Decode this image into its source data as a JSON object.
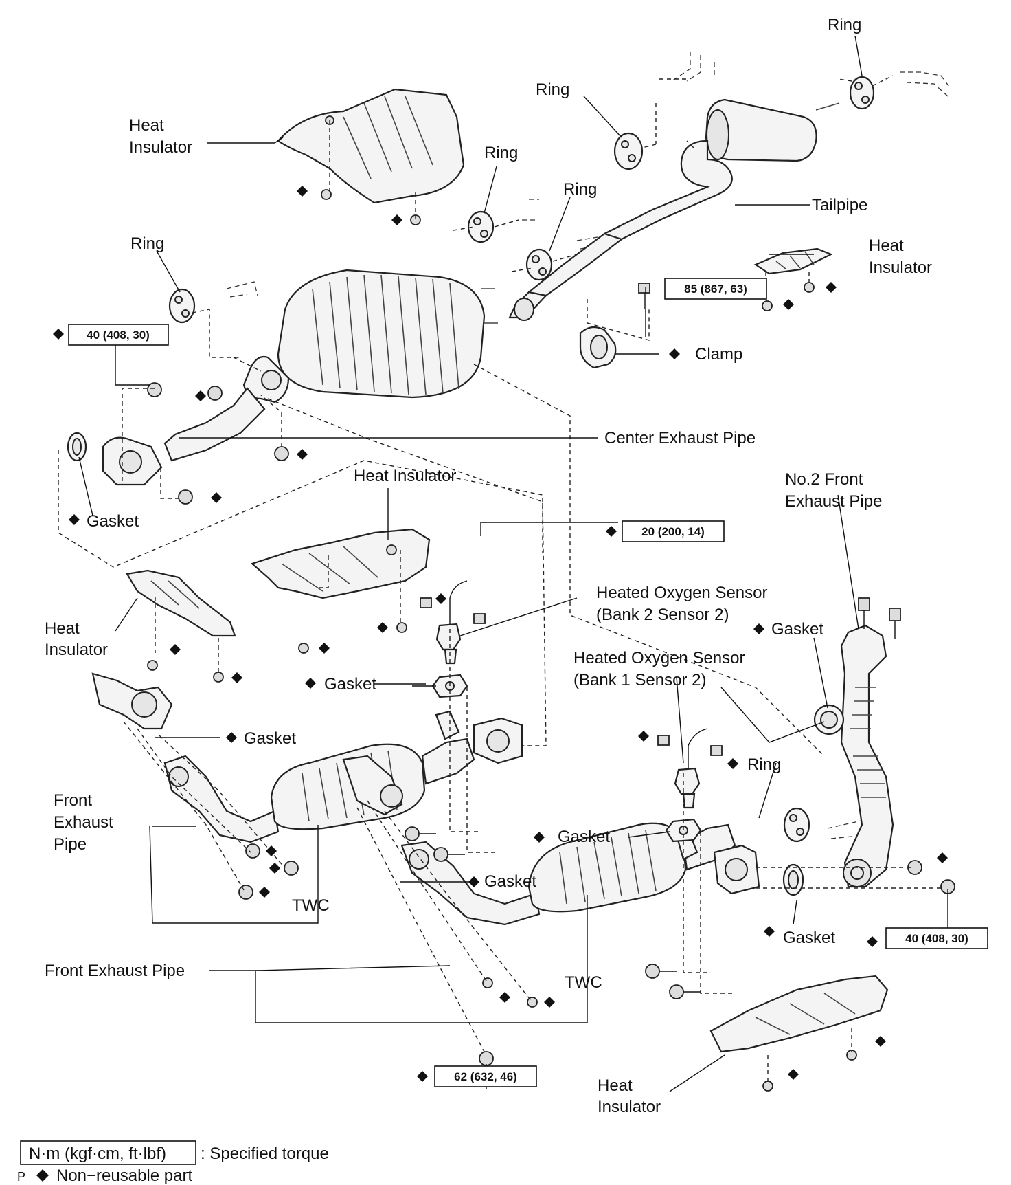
{
  "labels": {
    "ring_top_right": "Ring",
    "ring_muffler": "Ring",
    "ring_mid1": "Ring",
    "ring_mid2": "Ring",
    "ring_left": "Ring",
    "ring_lower_right": "Ring",
    "heat_insulator_top_line1": "Heat",
    "heat_insulator_top_line2": "Insulator",
    "heat_insulator_right_line1": "Heat",
    "heat_insulator_right_line2": "Insulator",
    "heat_insulator_mid": "Heat Insulator",
    "heat_insulator_left_line1": "Heat",
    "heat_insulator_left_line2": "Insulator",
    "heat_insulator_bottom_line1": "Heat",
    "heat_insulator_bottom_line2": "Insulator",
    "tailpipe": "Tailpipe",
    "clamp": "Clamp",
    "center_exhaust_pipe": "Center Exhaust Pipe",
    "gasket_left": "Gasket",
    "gasket_center": "Gasket",
    "gasket_front1": "Gasket",
    "gasket_front2": "Gasket",
    "gasket_lower": "Gasket",
    "gasket_right": "Gasket",
    "gasket_bottom_right": "Gasket",
    "no2_front_pipe_line1": "No.2 Front",
    "no2_front_pipe_line2": "Exhaust Pipe",
    "sensor_bank2_line1": "Heated Oxygen Sensor",
    "sensor_bank2_line2": "(Bank 2 Sensor 2)",
    "sensor_bank1_line1": "Heated Oxygen Sensor",
    "sensor_bank1_line2": "(Bank 1 Sensor 2)",
    "front_pipe_left_line1": "Front",
    "front_pipe_left_line2": "Exhaust",
    "front_pipe_left_line3": "Pipe",
    "front_pipe_bottom": "Front Exhaust Pipe",
    "twc_left": "TWC",
    "twc_right": "TWC"
  },
  "torques": {
    "t1": "40 (408, 30)",
    "t2": "85 (867, 63)",
    "t3": "20 (200, 14)",
    "t4": "40 (408, 30)",
    "t5": "62 (632, 46)"
  },
  "legend": {
    "torque_units": "N·m (kgf·cm, ft·lbf)",
    "torque_desc": ": Specified torque",
    "marker": "P",
    "nonreusable": "Non−reusable part"
  },
  "icons": {
    "nonreusable_marker": "black-diamond-icon"
  }
}
